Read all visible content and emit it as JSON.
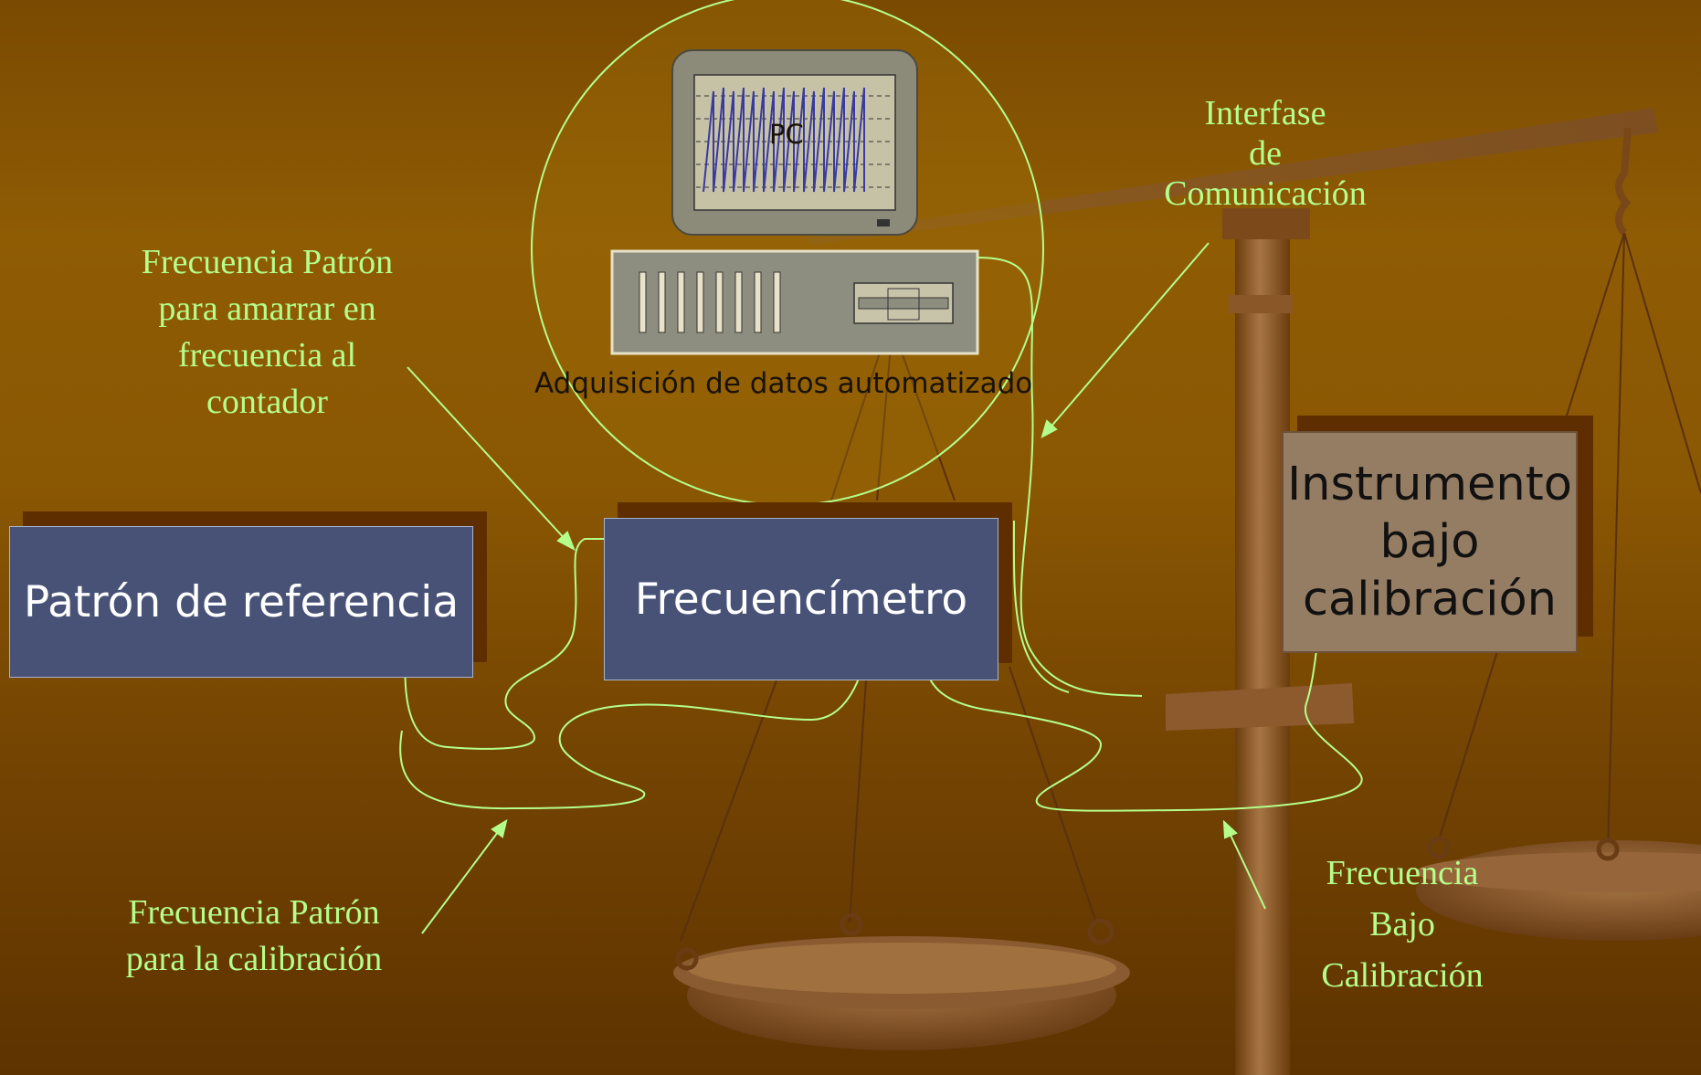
{
  "diagram": {
    "pc_label": "PC",
    "acquisition_caption": "Adquisición de datos automatizado",
    "interface_label": [
      "Interfase",
      "de",
      "Comunicación"
    ],
    "ref_lock_label": [
      "Frecuencia Patrón",
      "para amarrar en",
      "frecuencia al",
      "contador"
    ],
    "reference_box": "Patrón de referencia",
    "counter_box": "Frecuencímetro",
    "instrument_box": [
      "Instrumento",
      "bajo",
      "calibración"
    ],
    "ref_cal_label": [
      "Frecuencia Patrón",
      "para la calibración"
    ],
    "dut_freq_label": [
      "Frecuencia",
      "Bajo",
      "Calibración"
    ]
  },
  "colors": {
    "accent_green": "#b4ff8c",
    "box_blue": "#485276",
    "box_tan": "#957d64",
    "background": "#8a5703"
  }
}
